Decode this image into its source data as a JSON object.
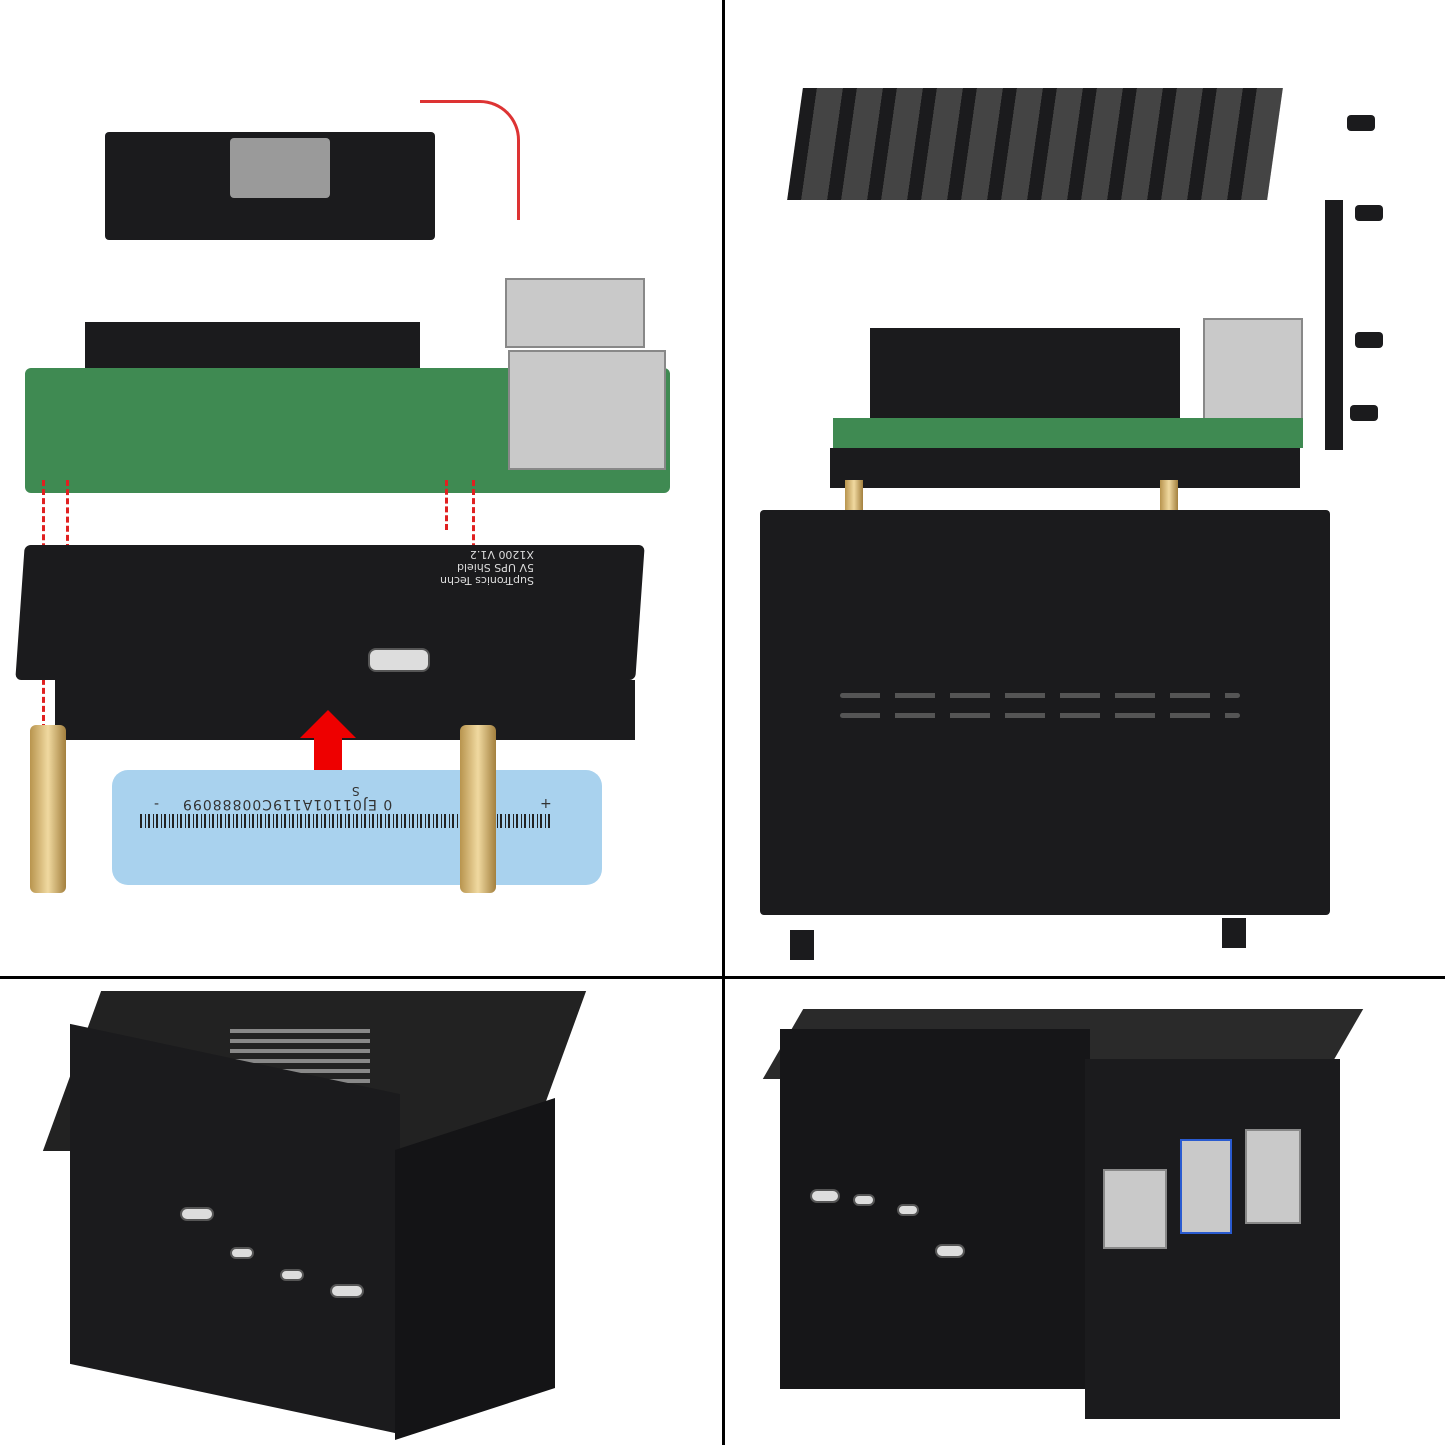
{
  "panels": [
    {
      "name": "exploded-assembly",
      "board_text": {
        "line1": "SupTronics Techn",
        "line2": "5V UPS Shield",
        "line3": "X1200 V1.2"
      },
      "battery_text": {
        "grade": "S",
        "serial": "0 EJ01101A119C00888099",
        "plus": "+",
        "minus": "-"
      }
    },
    {
      "name": "case-assembly"
    },
    {
      "name": "closed-case-top-view"
    },
    {
      "name": "closed-case-ports-view"
    }
  ],
  "colors": {
    "case": "#1b1b1d",
    "pcb": "#3f8a52",
    "battery": "#a9d2ee",
    "arrow": "#ee0000",
    "dashes": "#e02020",
    "brass": "#d4b676"
  }
}
